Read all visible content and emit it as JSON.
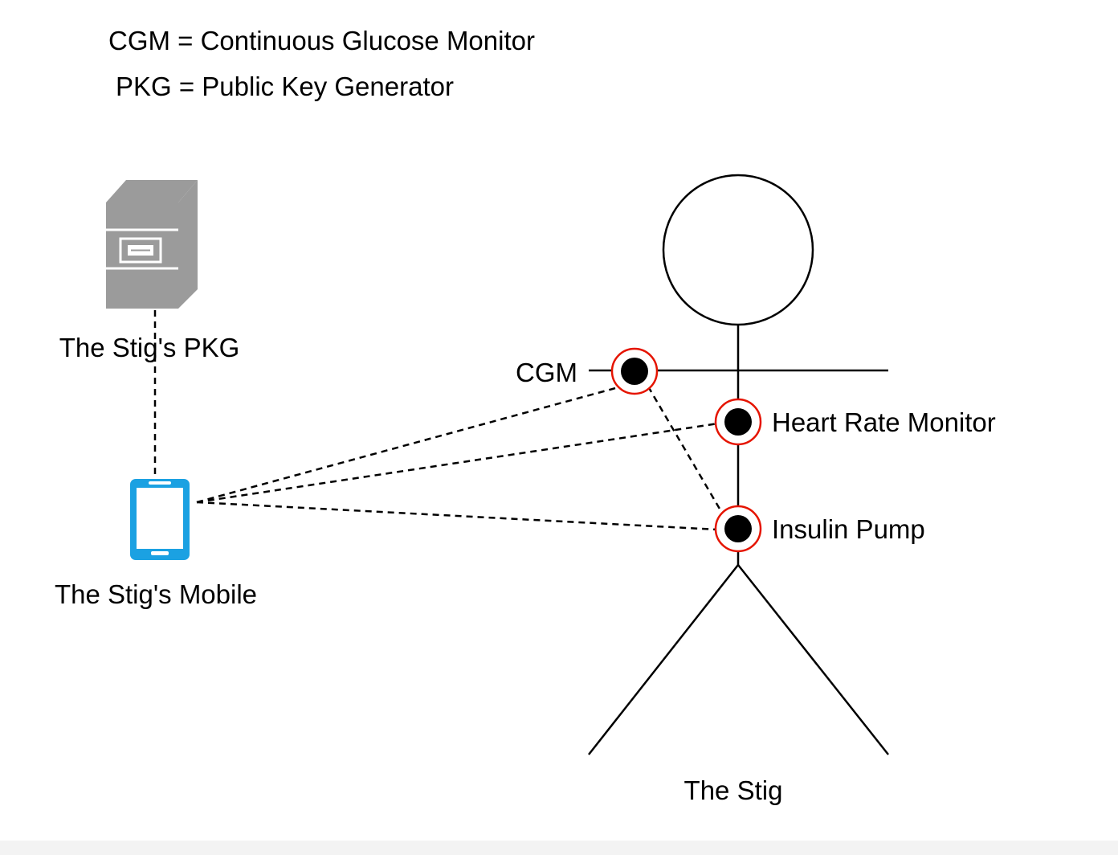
{
  "legend": {
    "cgm": "CGM = Continuous Glucose Monitor",
    "pkg": "PKG = Public Key Generator"
  },
  "nodes": {
    "pkg": {
      "label": "The Stig's PKG",
      "icon": "server-icon"
    },
    "mobile": {
      "label": "The Stig's Mobile",
      "icon": "smartphone-icon"
    },
    "person": {
      "label": "The Stig",
      "icon": "stick-figure-icon"
    }
  },
  "devices": {
    "cgm": {
      "label": "CGM"
    },
    "heart_rate_monitor": {
      "label": "Heart Rate Monitor"
    },
    "insulin_pump": {
      "label": "Insulin Pump"
    }
  },
  "colors": {
    "server_gray": "#9b9b9b",
    "mobile_blue": "#1ba1e2",
    "device_ring": "#e51400",
    "device_dot": "#000000",
    "line": "#000000"
  }
}
